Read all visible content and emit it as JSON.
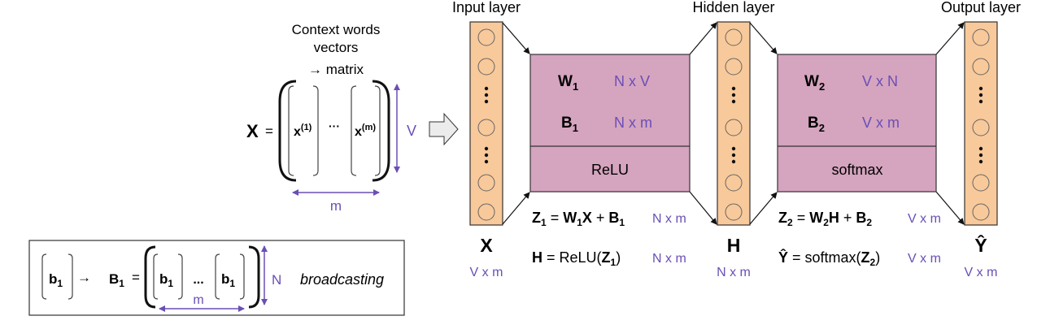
{
  "colors": {
    "layer_fill": "#f8c99a",
    "box_fill": "#d5a4bf",
    "dim_purple": "#6a4fb5",
    "arrow_fill": "#ececec"
  },
  "matrix": {
    "caption": [
      "Context words",
      "vectors",
      "→ matrix"
    ],
    "lhs": "X",
    "equals": "=",
    "col_first": "x",
    "col_first_sup": "(1)",
    "col_dots": "···",
    "col_last": "x",
    "col_last_sup": "(m)",
    "rows_dim": "V",
    "cols_dim": "m"
  },
  "broadcast": {
    "vec": "b",
    "vec_sub": "1",
    "arrow": "→",
    "lhs": "B",
    "lhs_sub": "1",
    "equals": "=",
    "dots": "...",
    "cols_dim": "m",
    "rows_dim": "N",
    "label": "broadcasting"
  },
  "layers": {
    "input": {
      "title": "Input layer",
      "symbol": "X",
      "dim": "V x m"
    },
    "hidden": {
      "title": "Hidden layer",
      "symbol": "H",
      "dim": "N x m"
    },
    "output": {
      "title": "Output layer",
      "symbol": "Ŷ",
      "dim": "V x m"
    }
  },
  "box1": {
    "w": "W",
    "w_sub": "1",
    "w_dim": "N x V",
    "b": "B",
    "b_sub": "1",
    "b_dim": "N x m",
    "activation": "ReLU",
    "eq1": {
      "lhs": "Z",
      "lhs_sub": "1",
      "mid": " = ",
      "w": "W",
      "w_sub": "1",
      "x": "X",
      "plus": " + ",
      "b": "B",
      "b_sub": "1",
      "dim": "N x m"
    },
    "eq2": {
      "lhs": "H",
      "mid": " = ReLU(",
      "z": "Z",
      "z_sub": "1",
      "close": ")",
      "dim": "N x m"
    }
  },
  "box2": {
    "w": "W",
    "w_sub": "2",
    "w_dim": "V x N",
    "b": "B",
    "b_sub": "2",
    "b_dim": "V x m",
    "activation": "softmax",
    "eq1": {
      "lhs": "Z",
      "lhs_sub": "2",
      "mid": " = ",
      "w": "W",
      "w_sub": "2",
      "x": "H",
      "plus": " + ",
      "b": "B",
      "b_sub": "2",
      "dim": "V x m"
    },
    "eq2": {
      "lhs": "Ŷ",
      "mid": " = softmax(",
      "z": "Z",
      "z_sub": "2",
      "close": ")",
      "dim": "V x m"
    }
  }
}
